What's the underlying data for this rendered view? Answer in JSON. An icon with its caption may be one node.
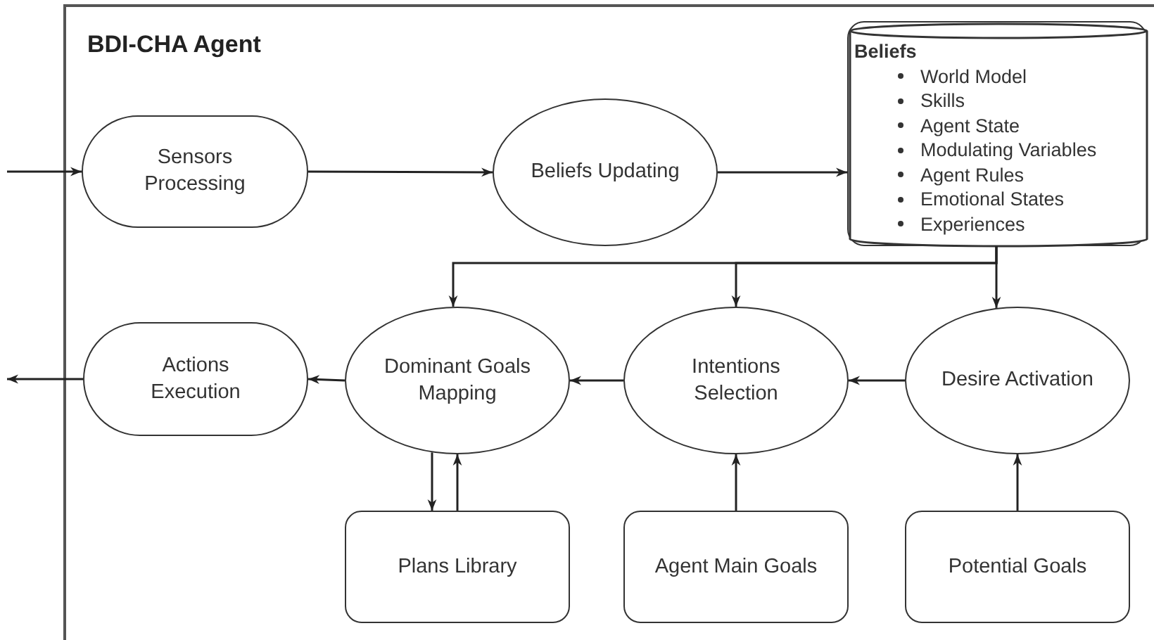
{
  "diagram": {
    "nodes": [
      {
        "text": [
          "BDI-CHA Agent"
        ]
      },
      {
        "text": [
          "Sensors Processing"
        ],
        "in": 0
      },
      {
        "text": [
          "Beliefs Updating"
        ],
        "in": 0
      },
      {
        "text": [
          "Beliefs",
          "World Model",
          "Skills",
          "Agent State",
          "Modulating Variables",
          "Agent Rules",
          "Emotional States",
          "Experiences"
        ],
        "in": 0
      },
      {
        "text": [
          "Actions Execution"
        ],
        "in": 0
      },
      {
        "text": [
          "Dominant Goals Mapping"
        ],
        "in": 0
      },
      {
        "text": [
          "Intentions Selection"
        ],
        "in": 0
      },
      {
        "text": [
          "Desire Activation"
        ],
        "in": 0
      },
      {
        "text": [
          "Plans Library"
        ],
        "in": 0
      },
      {
        "text": [
          "Agent Main Goals"
        ],
        "in": 0
      },
      {
        "text": [
          "Potential Goals"
        ],
        "in": 0
      }
    ],
    "edges": [
      {
        "from": null,
        "to": 1,
        "arrow": "to"
      },
      {
        "from": 1,
        "to": 2,
        "arrow": "to"
      },
      {
        "from": 2,
        "to": 3,
        "arrow": "to"
      },
      {
        "from": 3,
        "to": 5,
        "arrow": "to"
      },
      {
        "from": 3,
        "to": 6,
        "arrow": "to"
      },
      {
        "from": 3,
        "to": 7,
        "arrow": "to"
      },
      {
        "from": 7,
        "to": 6,
        "arrow": "to"
      },
      {
        "from": 6,
        "to": 5,
        "arrow": "to"
      },
      {
        "from": 5,
        "to": 4,
        "arrow": "to"
      },
      {
        "from": 4,
        "to": null,
        "arrow": "to"
      },
      {
        "from": 5,
        "to": 8,
        "arrow": "to"
      },
      {
        "from": 8,
        "to": 5,
        "arrow": "to"
      },
      {
        "from": 9,
        "to": 6,
        "arrow": "to"
      },
      {
        "from": 10,
        "to": 7,
        "arrow": "to"
      }
    ]
  }
}
